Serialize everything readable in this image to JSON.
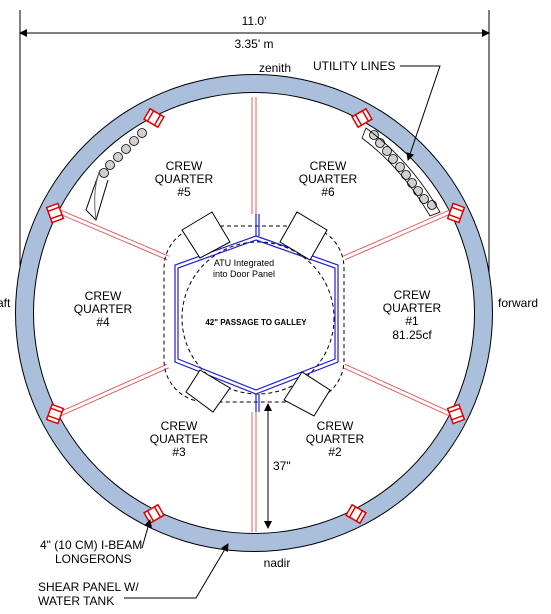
{
  "dimensions": {
    "outer_ft": "11.0'",
    "outer_m": "3.35' m",
    "quarter_height": "37\""
  },
  "directions": {
    "top": "zenith",
    "bottom": "nadir",
    "left": "aft",
    "right": "forward"
  },
  "quarters": [
    {
      "line1": "CREW",
      "line2": "QUARTER",
      "line3": "#5"
    },
    {
      "line1": "CREW",
      "line2": "QUARTER",
      "line3": "#6"
    },
    {
      "line1": "CREW",
      "line2": "QUARTER",
      "line3": "#4"
    },
    {
      "line1": "CREW",
      "line2": "QUARTER",
      "line3": "#1",
      "line4": "81.25cf"
    },
    {
      "line1": "CREW",
      "line2": "QUARTER",
      "line3": "#3"
    },
    {
      "line1": "CREW",
      "line2": "QUARTER",
      "line3": "#2"
    }
  ],
  "center": {
    "atu_line1": "ATU Integrated",
    "atu_line2": "into Door Panel",
    "passage": "42\" PASSAGE TO GALLEY"
  },
  "callouts": {
    "utility": "UTILITY LINES",
    "ibeam_line1": "4\" (10 CM) I-BEAM",
    "ibeam_line2": "LONGERONS",
    "shear_line1": "SHEAR PANEL W/",
    "shear_line2": "WATER TANK"
  },
  "colors": {
    "hull_fill": "#a9bfdc",
    "hull_stroke": "#000000",
    "partition": "#e06060",
    "frame": "#2020d0",
    "bracket": "#e00000"
  }
}
